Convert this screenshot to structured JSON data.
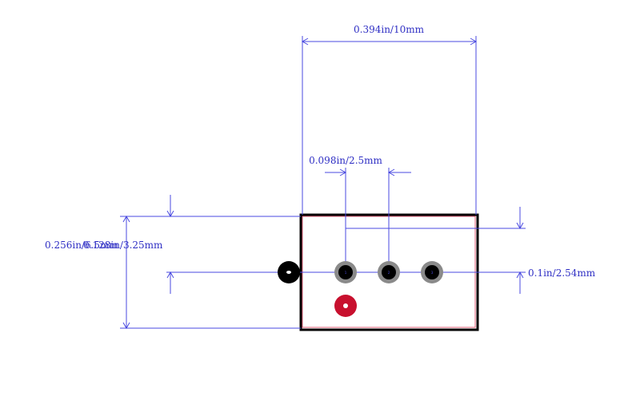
{
  "dimensions": {
    "width_total": "0.394in/10mm",
    "pitch_x": "0.098in/2.5mm",
    "height_total": "0.256in/6.5mm",
    "height_half": "0.128in/3.25mm",
    "pitch_y": "0.1in/2.54mm"
  },
  "pins": {
    "labels": [
      "1",
      "2",
      "3"
    ]
  },
  "colors": {
    "dimension": "#4a4ae0",
    "outline": "#000000",
    "courtyard": "#e0607a",
    "pad_ring": "#8a8a8a",
    "pad_hole": "#000000",
    "marker": "#c8102e"
  }
}
